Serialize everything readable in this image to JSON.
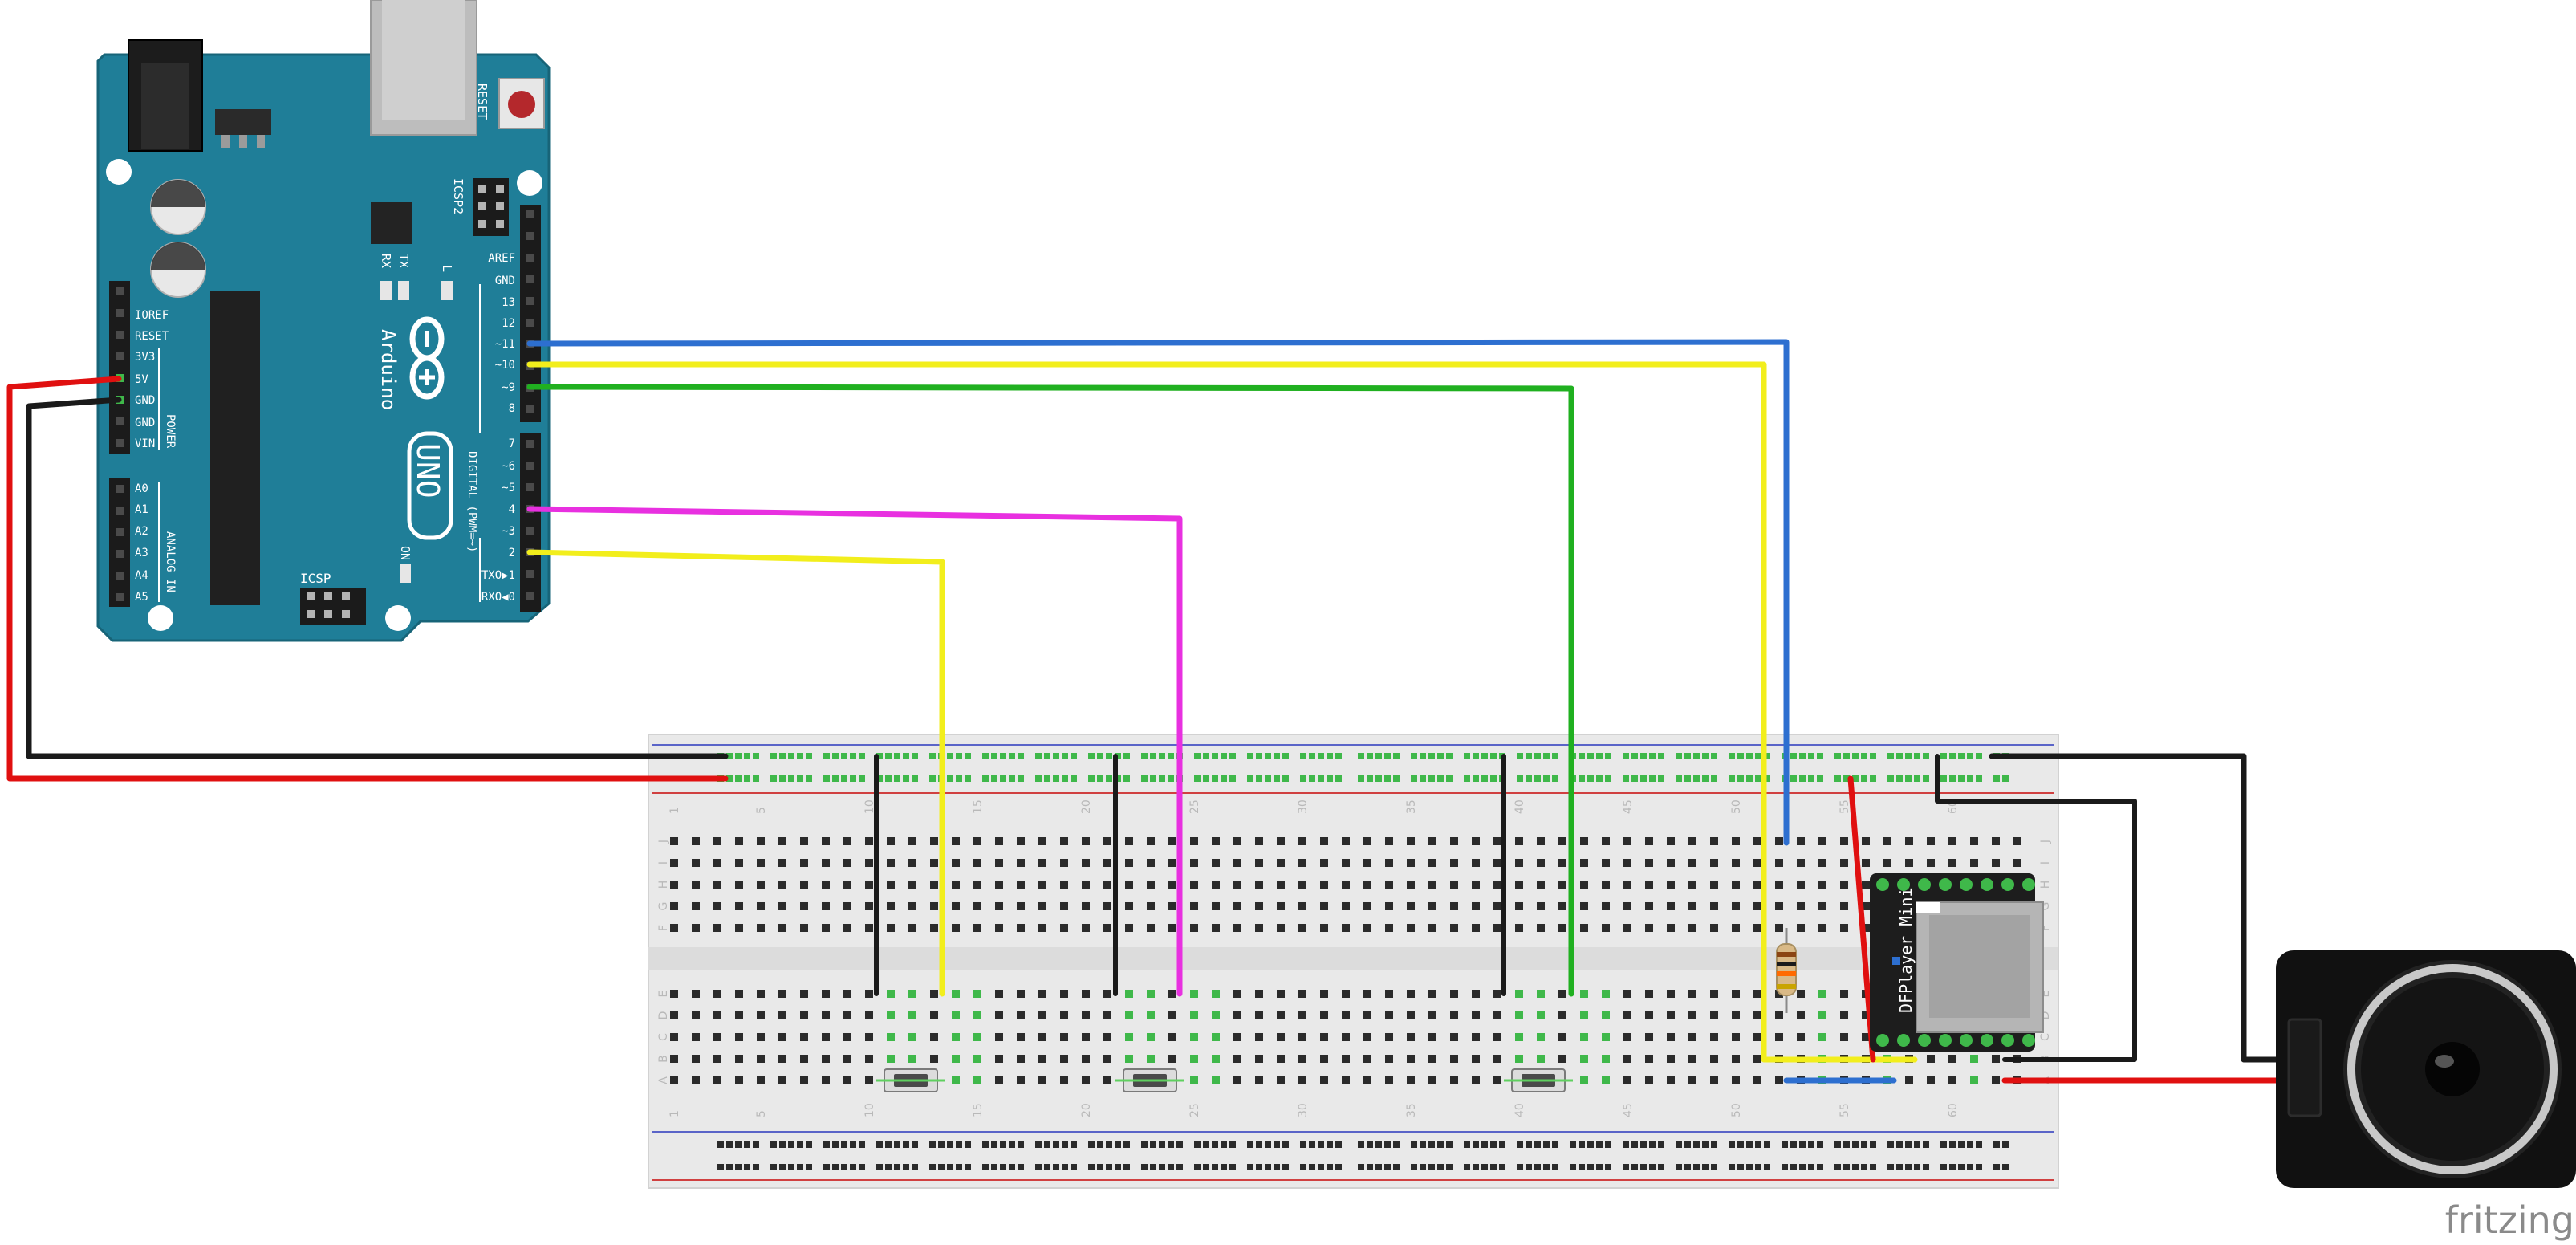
{
  "arduino": {
    "reset_label": "RESET",
    "icsp2_label": "ICSP2",
    "icsp_label": "ICSP",
    "aref_label": "AREF",
    "gnd_top_label": "GND",
    "tx_label": "TX",
    "rx_label": "RX",
    "l_label": "L",
    "brand_label": "Arduino",
    "model_label": "UNO",
    "on_label": "ON",
    "digital_label": "DIGITAL (PWM=~)",
    "power_label": "POWER",
    "analog_label": "ANALOG IN",
    "digital_pins": [
      "13",
      "12",
      "~11",
      "~10",
      "~9",
      "8",
      "7",
      "~6",
      "~5",
      "4",
      "~3",
      "2",
      "TXO▶1",
      "RXO◀0"
    ],
    "power_pins": [
      "IOREF",
      "RESET",
      "3V3",
      "5V",
      "GND",
      "GND",
      "VIN"
    ],
    "analog_pins": [
      "A0",
      "A1",
      "A2",
      "A3",
      "A4",
      "A5"
    ],
    "board_color": "#1f7e98"
  },
  "breadboard": {
    "column_numbers": [
      "1",
      "5",
      "10",
      "15",
      "20",
      "25",
      "30",
      "35",
      "40",
      "45",
      "50",
      "55",
      "60"
    ],
    "top_row_letters": [
      "J",
      "I",
      "H",
      "G",
      "F"
    ],
    "bottom_row_letters": [
      "E",
      "D",
      "C",
      "B",
      "A"
    ]
  },
  "dfplayer": {
    "label": "DFPlayer Mini"
  },
  "speaker": {
    "icon": "speaker-icon"
  },
  "wire_colors": {
    "red": "#e01010",
    "black": "#1a1a1a",
    "blue": "#2d6fd0",
    "yellow": "#f2ee1c",
    "green": "#20b020",
    "magenta": "#e830e0"
  },
  "watermark": "fritzing"
}
